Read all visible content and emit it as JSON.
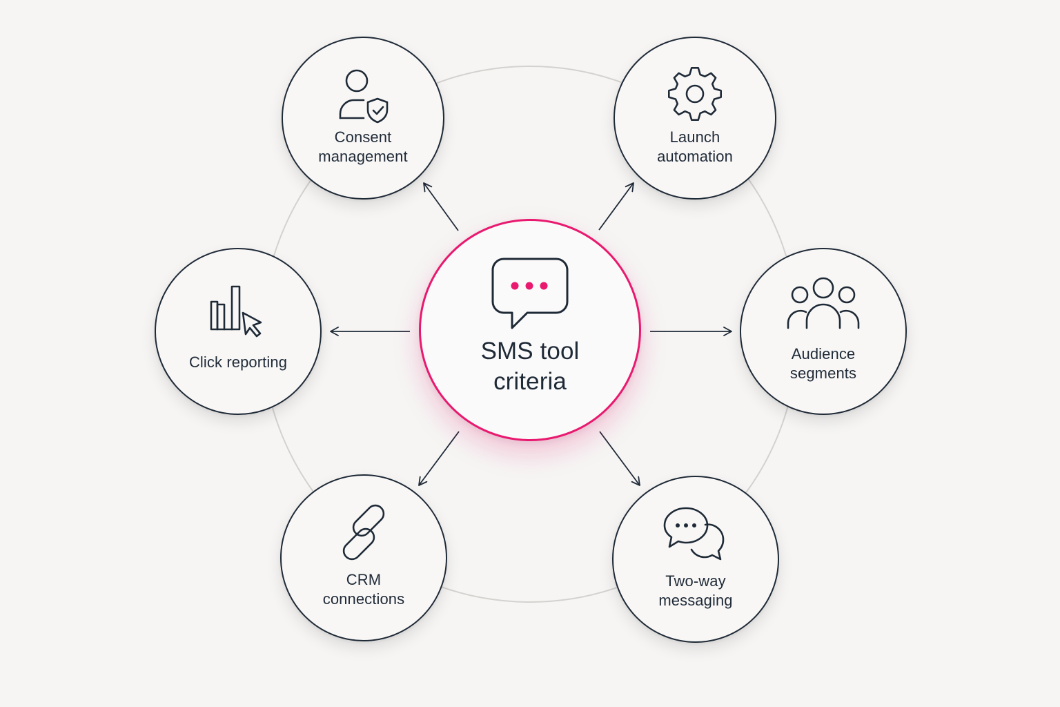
{
  "hub": {
    "line1": "SMS tool",
    "line2": "criteria",
    "icon": "chat-bubble-icon",
    "accent_color": "#e8196f"
  },
  "criteria": [
    {
      "id": "consent",
      "line1": "Consent",
      "line2": "management",
      "icon": "user-shield-icon"
    },
    {
      "id": "launch",
      "line1": "Launch",
      "line2": "automation",
      "icon": "gear-icon"
    },
    {
      "id": "click",
      "line1": "Click reporting",
      "line2": "",
      "icon": "bar-chart-cursor-icon"
    },
    {
      "id": "audience",
      "line1": "Audience",
      "line2": "segments",
      "icon": "group-icon"
    },
    {
      "id": "crm",
      "line1": "CRM",
      "line2": "connections",
      "icon": "link-icon"
    },
    {
      "id": "twoway",
      "line1": "Two-way",
      "line2": "messaging",
      "icon": "chat-bubbles-icon"
    }
  ],
  "colors": {
    "stroke": "#1f2a37",
    "accent": "#e8196f",
    "ring": "#d4d2cf",
    "background": "#f6f5f4"
  }
}
